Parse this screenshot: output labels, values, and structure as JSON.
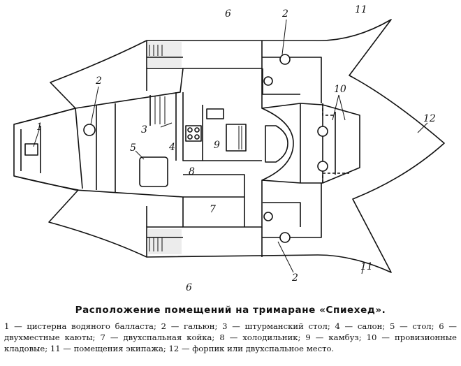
{
  "labels": {
    "cistern": "1",
    "head": "2",
    "chart_table": "3",
    "saloon": "4",
    "table": "5",
    "cabin": "6",
    "double_berth": "7",
    "fridge": "8",
    "galley": "9",
    "store": "10",
    "crew": "11",
    "forepeak": "12"
  },
  "caption": {
    "title": "Расположение помещений на тримаране «Спиехед».",
    "legend": "1 — цистерна водяного балласта; 2 — гальюн; 3 — штурманский стол; 4 — салон; 5 — стол; 6 — двухместные каюты; 7 — двухспальная койка; 8 — холодильник; 9 — камбуз; 10 — провизионные кладовые; 11 — помещения экипажа; 12 — форпик или двухспальное место."
  }
}
